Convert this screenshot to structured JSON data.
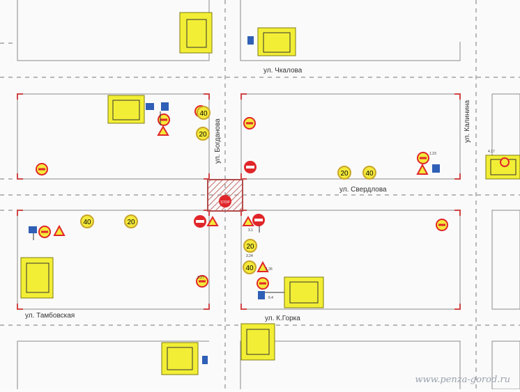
{
  "streets": {
    "chkalova": "ул. Чкалова",
    "bogdanova": "ул. Богданова",
    "kalinina": "ул. Калинина",
    "sverdlova": "ул. Свердлова",
    "tambovskaya": "ул. Тамбовская",
    "k_gorka": "ул. К.Горка"
  },
  "speed_limits": {
    "upper_left_a": "40",
    "upper_left_b": "20",
    "lower_left_a": "40",
    "lower_left_b": "20",
    "lower_mid_a": "20",
    "lower_mid_b": "40",
    "right_a": "20",
    "right_b": "40"
  },
  "sign_codes": {
    "crossing": "1.23",
    "no_entry": "3.1",
    "speed": "3.24",
    "no_stopping": "3.27",
    "slow": "1.26",
    "info": "6.4",
    "ahead": "4.17"
  },
  "stop_sign_text": "STOP",
  "watermark": "www.penza-gorod.ru",
  "colors": {
    "sign_yellow": "#f4e93a",
    "sign_red": "#e0262a",
    "sign_blue": "#2f5fb6",
    "building_fill": "#f2ee35",
    "road_line": "#7a7a7a",
    "crosswalk_hatch": "#c46d6a"
  }
}
